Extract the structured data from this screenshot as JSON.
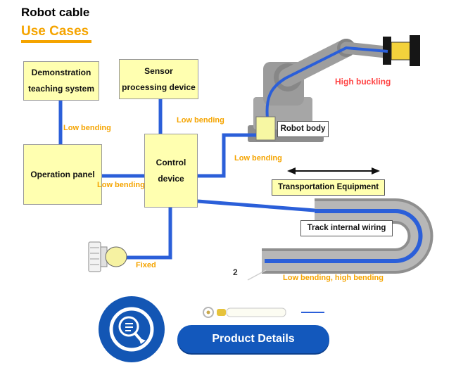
{
  "header": {
    "title": "Robot cable",
    "subtitle": "Use Cases"
  },
  "boxes": {
    "demonstration": {
      "line1": "Demonstration",
      "line2": "teaching system"
    },
    "sensor": {
      "line1": "Sensor",
      "line2": "processing device"
    },
    "operation": {
      "label": "Operation panel"
    },
    "control": {
      "line1": "Control",
      "line2": "device"
    },
    "robot_body": {
      "label": "Robot body"
    },
    "transportation": {
      "label": "Transportation Equipment"
    },
    "track": {
      "label": "Track internal wiring"
    }
  },
  "labels": {
    "low_bending_1": "Low bending",
    "low_bending_2": "Low bending",
    "low_bending_3": "Low bending",
    "low_bending_4": "Low bending",
    "fixed": "Fixed",
    "high_buckling": "High buckling",
    "low_high_bending": "Low bending, high bending",
    "figure_number": "2"
  },
  "footer": {
    "button_label": "Product Details"
  },
  "icons": {
    "badge": "magnifier-document-icon",
    "arrow": "double-headed-arrow-icon",
    "plug": "connector-plug-icon",
    "robot": "robot-arm-illustration",
    "chain": "cable-chain-illustration",
    "cable_sample": "cable-sample-illustration"
  },
  "colors": {
    "accent_orange": "#F5A400",
    "alert_red": "#FF4545",
    "cable_blue": "#2B5FD9",
    "box_yellow": "#FFFFB0",
    "badge_blue": "#1356B4"
  }
}
